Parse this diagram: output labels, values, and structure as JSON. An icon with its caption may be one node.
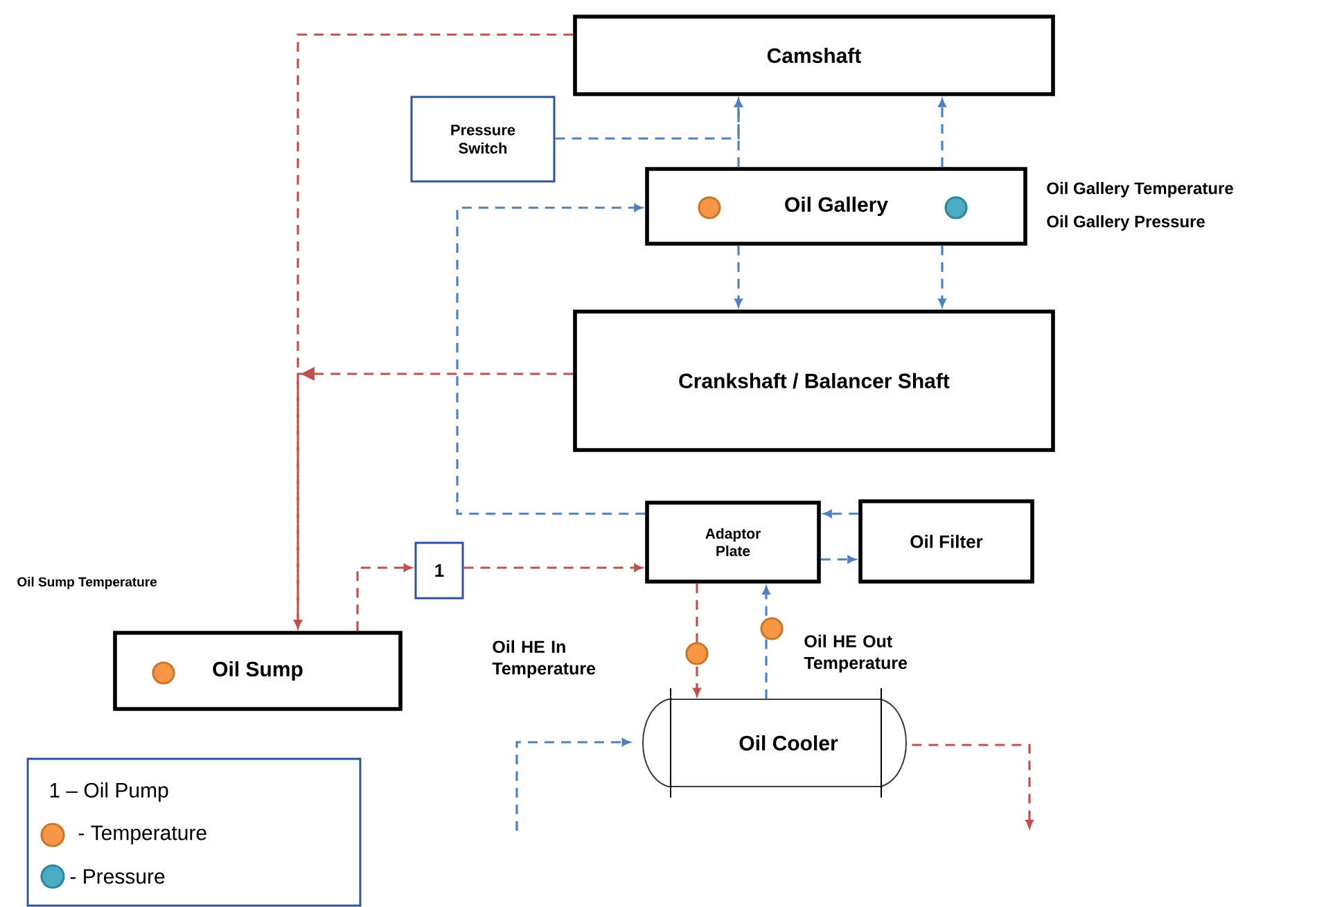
{
  "diagram": {
    "nodes": [
      {
        "text": [
          "Camshaft"
        ]
      },
      {
        "text": [
          "Pressure Switch"
        ]
      },
      {
        "text": [
          "Oil Gallery"
        ],
        "beside": [
          "Oil Gallery Temperature",
          "Oil Gallery Pressure"
        ]
      },
      {
        "text": [
          "Crankshaft / Balancer Shaft"
        ]
      },
      {
        "text": [
          "Adaptor Plate"
        ]
      },
      {
        "text": [
          "Oil Filter"
        ]
      },
      {
        "text": [
          "1"
        ]
      },
      {
        "text": [
          "Oil Sump"
        ]
      },
      {
        "text": [
          "Oil Cooler"
        ]
      }
    ],
    "edges": [
      {
        "from": 0,
        "to": 7,
        "arrow": "to",
        "color": "#c0504d"
      },
      {
        "from": 3,
        "to": 7,
        "arrow": "to",
        "color": "#c0504d"
      },
      {
        "from": 1,
        "to": 0,
        "arrow": "to"
      },
      {
        "from": 2,
        "to": 0,
        "arrow": "to"
      },
      {
        "from": 2,
        "to": 0,
        "arrow": "to"
      },
      {
        "from": 2,
        "to": 3,
        "arrow": "to"
      },
      {
        "from": 2,
        "to": 3,
        "arrow": "to"
      },
      {
        "from": 4,
        "to": 2,
        "arrow": "to"
      },
      {
        "from": 5,
        "to": 4,
        "arrow": "to"
      },
      {
        "from": 4,
        "to": 5,
        "arrow": "to"
      },
      {
        "from": 7,
        "to": 6,
        "arrow": "to",
        "color": "#c0504d"
      },
      {
        "from": 6,
        "to": 4,
        "arrow": "to",
        "color": "#c0504d"
      },
      {
        "from": 4,
        "to": 8,
        "arrow": "to",
        "color": "#c0504d"
      },
      {
        "from": 8,
        "to": 4,
        "arrow": "to"
      },
      {
        "from": null,
        "to": 8,
        "arrow": "to"
      },
      {
        "from": 8,
        "to": null,
        "arrow": "to",
        "color": "#c0504d"
      }
    ],
    "labels": [
      "Oil Sump Temperature",
      "Oil HE In Temperature",
      "Oil HE Out Temperature"
    ],
    "legend": [
      {
        "text": "1 – Oil Pump"
      },
      {
        "text": "- Temperature",
        "color": "#f79646"
      },
      {
        "text": "- Pressure",
        "color": "#4bacc6"
      }
    ]
  }
}
